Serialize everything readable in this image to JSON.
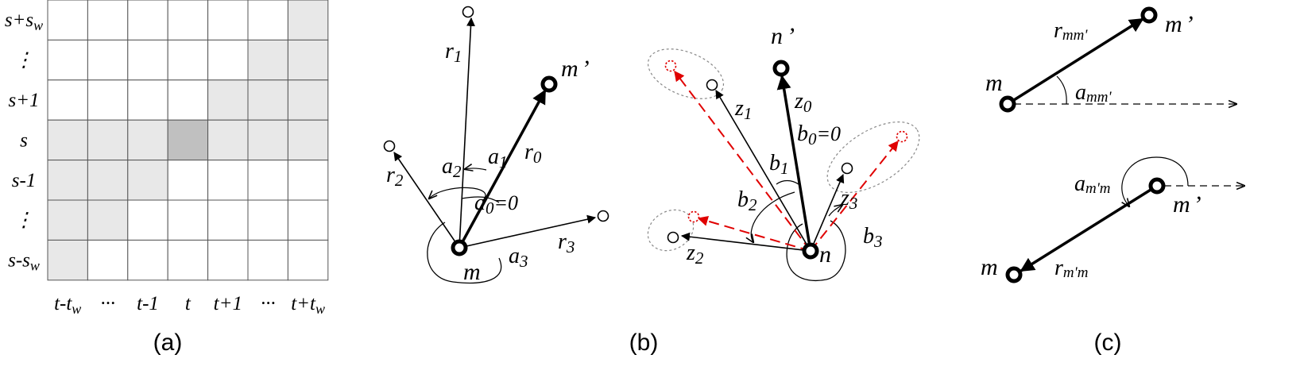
{
  "panel_a": {
    "caption": "(a)",
    "row_labels": [
      {
        "m": "s",
        "op": "+",
        "v": "s",
        "sub": "w"
      },
      {
        "m": "⋮",
        "op": "",
        "v": "",
        "sub": ""
      },
      {
        "m": "s",
        "op": "+1",
        "v": "",
        "sub": ""
      },
      {
        "m": "s",
        "op": "",
        "v": "",
        "sub": ""
      },
      {
        "m": "s",
        "op": "-1",
        "v": "",
        "sub": ""
      },
      {
        "m": "⋮",
        "op": "",
        "v": "",
        "sub": ""
      },
      {
        "m": "s",
        "op": "-",
        "v": "s",
        "sub": "w"
      }
    ],
    "col_labels": [
      {
        "m": "t",
        "op": "-",
        "v": "t",
        "sub": "w"
      },
      {
        "m": "···",
        "op": "",
        "v": "",
        "sub": ""
      },
      {
        "m": "t",
        "op": "-1",
        "v": "",
        "sub": ""
      },
      {
        "m": "t",
        "op": "",
        "v": "",
        "sub": ""
      },
      {
        "m": "t",
        "op": "+1",
        "v": "",
        "sub": ""
      },
      {
        "m": "···",
        "op": "",
        "v": "",
        "sub": ""
      },
      {
        "m": "t",
        "op": "+",
        "v": "t",
        "sub": "w"
      }
    ],
    "shading": [
      [
        0,
        0,
        0,
        0,
        0,
        0,
        1
      ],
      [
        0,
        0,
        0,
        0,
        0,
        1,
        1
      ],
      [
        0,
        0,
        0,
        0,
        1,
        1,
        1
      ],
      [
        1,
        1,
        1,
        2,
        1,
        1,
        1
      ],
      [
        1,
        1,
        1,
        0,
        0,
        0,
        0
      ],
      [
        1,
        1,
        0,
        0,
        0,
        0,
        0
      ],
      [
        1,
        0,
        0,
        0,
        0,
        0,
        0
      ]
    ],
    "colors": {
      "light": "#e8e8e8",
      "dark": "#c0c0c0",
      "grid": "#555555"
    }
  },
  "panel_b": {
    "caption": "(b)",
    "node_m": "m",
    "node_m_prime": "m",
    "node_m_prime_mark": "’",
    "r_labels": [
      {
        "base": "r",
        "sub": "0"
      },
      {
        "base": "r",
        "sub": "1"
      },
      {
        "base": "r",
        "sub": "2"
      },
      {
        "base": "r",
        "sub": "3"
      }
    ],
    "a_labels": [
      {
        "base": "a",
        "sub": "1"
      },
      {
        "base": "a",
        "sub": "2"
      },
      {
        "base": "a",
        "sub": "3"
      }
    ],
    "a0_label": {
      "base": "a",
      "sub": "0",
      "rest": "=0"
    },
    "node_n": "n",
    "node_n_prime": "n",
    "node_n_prime_mark": "’",
    "z_labels": [
      {
        "base": "z",
        "sub": "0"
      },
      {
        "base": "z",
        "sub": "1"
      },
      {
        "base": "z",
        "sub": "2"
      },
      {
        "base": "z",
        "sub": "3"
      }
    ],
    "b_labels": [
      {
        "base": "b",
        "sub": "1"
      },
      {
        "base": "b",
        "sub": "2"
      },
      {
        "base": "b",
        "sub": "3"
      }
    ],
    "b0_label": {
      "base": "b",
      "sub": "0",
      "rest": "=0"
    },
    "colors": {
      "dashed": "#e00000",
      "ellipse": "#888888"
    }
  },
  "panel_c": {
    "caption": "(c)",
    "top": {
      "node_m": "m",
      "node_m_prime": "m",
      "node_m_prime_mark": "’",
      "r_label": {
        "base": "r",
        "sub": "mm'"
      },
      "a_label": {
        "base": "a",
        "sub": "mm'"
      }
    },
    "bottom": {
      "node_m": "m",
      "node_m_prime": "m",
      "node_m_prime_mark": "’",
      "r_label": {
        "base": "r",
        "sub": "m'm"
      },
      "a_label": {
        "base": "a",
        "sub": "m'm"
      }
    }
  }
}
